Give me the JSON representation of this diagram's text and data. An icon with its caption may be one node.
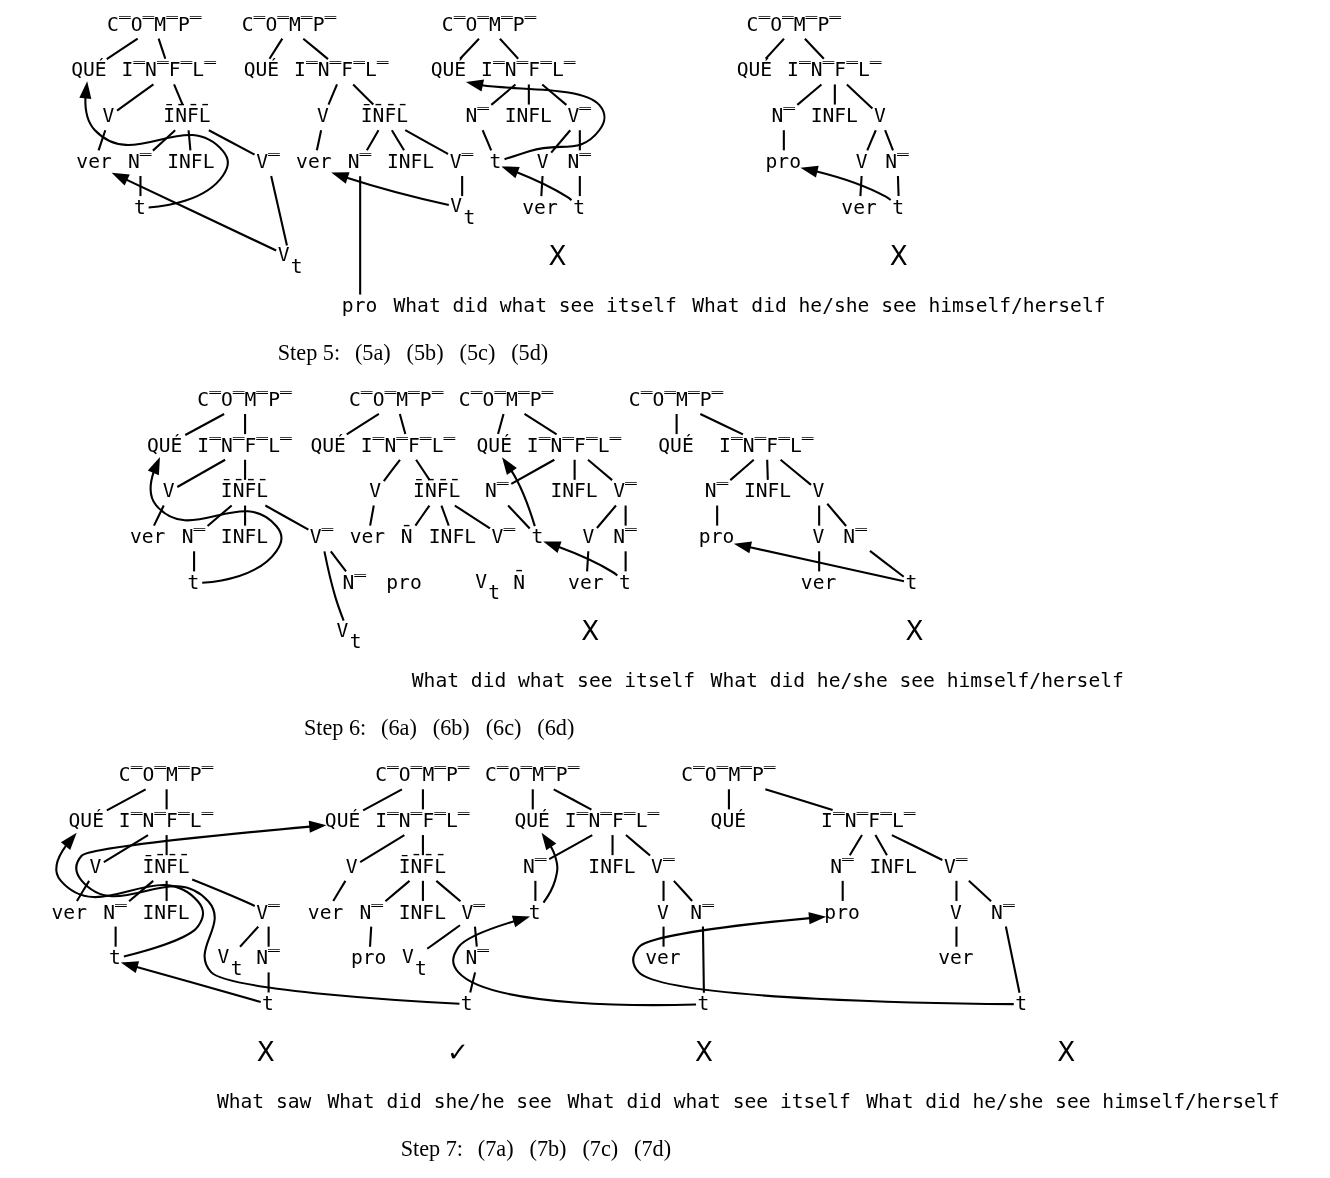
{
  "diagram": {
    "nodes": [
      {
        "text": [
          "C̿O̿M̿P̿"
        ]
      },
      {
        "text": [
          "QUÉ"
        ]
      },
      {
        "text": [
          "I̿N̿F̿L̿"
        ]
      },
      {
        "text": [
          "V"
        ]
      },
      {
        "text": [
          "ĪN̄F̄L̄"
        ]
      },
      {
        "text": [
          "ver"
        ]
      },
      {
        "text": [
          "N̿"
        ]
      },
      {
        "text": [
          "INFL"
        ]
      },
      {
        "text": [
          "V̿"
        ]
      },
      {
        "text": [
          "t"
        ]
      },
      {
        "text": [
          "V$_{t}$"
        ]
      },
      {
        "text": [
          "C̿O̿M̿P̿"
        ]
      },
      {
        "text": [
          "QUÉ"
        ]
      },
      {
        "text": [
          "I̿N̿F̿L̿"
        ]
      },
      {
        "text": [
          "V"
        ]
      },
      {
        "text": [
          "ĪN̄F̄L̄"
        ]
      },
      {
        "text": [
          "ver"
        ]
      },
      {
        "text": [
          "N̿"
        ]
      },
      {
        "text": [
          "INFL"
        ]
      },
      {
        "text": [
          "V̿"
        ]
      },
      {
        "text": [
          "pro"
        ]
      },
      {
        "text": [
          "V$_{t}$"
        ]
      },
      {
        "text": [
          "C̿O̿M̿P̿"
        ]
      },
      {
        "text": [
          "QUÉ"
        ]
      },
      {
        "text": [
          "I̿N̿F̿L̿"
        ]
      },
      {
        "text": [
          "N̿"
        ]
      },
      {
        "text": [
          "INFL"
        ]
      },
      {
        "text": [
          "V̿"
        ]
      },
      {
        "text": [
          "t"
        ]
      },
      {
        "text": [
          "V"
        ]
      },
      {
        "text": [
          "N̿"
        ]
      },
      {
        "text": [
          "ver"
        ]
      },
      {
        "text": [
          "t"
        ]
      },
      {
        "text": [
          "C̿O̿M̿P̿"
        ]
      },
      {
        "text": [
          "QUÉ"
        ]
      },
      {
        "text": [
          "I̿N̿F̿L̿"
        ]
      },
      {
        "text": [
          "N̿"
        ]
      },
      {
        "text": [
          "INFL"
        ]
      },
      {
        "text": [
          "V"
        ]
      },
      {
        "text": [
          "pro"
        ]
      },
      {
        "text": [
          "V"
        ]
      },
      {
        "text": [
          "N̿"
        ]
      },
      {
        "text": [
          "ver"
        ]
      },
      {
        "text": [
          "t"
        ]
      },
      {
        "text": [
          "C̿O̿M̿P̿"
        ]
      },
      {
        "text": [
          "QUÉ"
        ]
      },
      {
        "text": [
          "I̿N̿F̿L̿"
        ]
      },
      {
        "text": [
          "V"
        ]
      },
      {
        "text": [
          "ĪN̄F̄L̄"
        ]
      },
      {
        "text": [
          "ver"
        ]
      },
      {
        "text": [
          "N̿"
        ]
      },
      {
        "text": [
          "INFL"
        ]
      },
      {
        "text": [
          "V̿"
        ]
      },
      {
        "text": [
          "t"
        ]
      },
      {
        "text": [
          "V$_{t}$"
        ]
      },
      {
        "text": [
          "N̿"
        ]
      },
      {
        "text": [
          "C̿O̿M̿P̿"
        ]
      },
      {
        "text": [
          "QUÉ"
        ]
      },
      {
        "text": [
          "I̿N̿F̿L̿"
        ]
      },
      {
        "text": [
          "V"
        ]
      },
      {
        "text": [
          "ĪN̄F̄L̄"
        ]
      },
      {
        "text": [
          "ver"
        ]
      },
      {
        "text": [
          "N̄"
        ]
      },
      {
        "text": [
          "INFL"
        ]
      },
      {
        "text": [
          "V̿"
        ]
      },
      {
        "text": [
          "C̿O̿M̿P̿"
        ]
      },
      {
        "text": [
          "QUÉ"
        ]
      },
      {
        "text": [
          "I̿N̿F̿L̿"
        ]
      },
      {
        "text": [
          "N̿"
        ]
      },
      {
        "text": [
          "INFL"
        ]
      },
      {
        "text": [
          "V̿"
        ]
      },
      {
        "text": [
          "t"
        ]
      },
      {
        "text": [
          "V"
        ]
      },
      {
        "text": [
          "N̿"
        ]
      },
      {
        "text": [
          "ver"
        ]
      },
      {
        "text": [
          "t"
        ]
      },
      {
        "text": [
          "C̿O̿M̿P̿"
        ]
      },
      {
        "text": [
          "QUÉ"
        ]
      },
      {
        "text": [
          "I̿N̿F̿L̿"
        ]
      },
      {
        "text": [
          "N̿"
        ]
      },
      {
        "text": [
          "INFL"
        ]
      },
      {
        "text": [
          "V"
        ]
      },
      {
        "text": [
          "pro"
        ]
      },
      {
        "text": [
          "V"
        ]
      },
      {
        "text": [
          "N̿"
        ]
      },
      {
        "text": [
          "ver"
        ]
      },
      {
        "text": [
          "t"
        ]
      },
      {
        "text": [
          "C̿O̿M̿P̿"
        ]
      },
      {
        "text": [
          "QUÉ"
        ]
      },
      {
        "text": [
          "I̿N̿F̿L̿"
        ]
      },
      {
        "text": [
          "V"
        ]
      },
      {
        "text": [
          "ĪN̄F̄L̄"
        ]
      },
      {
        "text": [
          "ver"
        ]
      },
      {
        "text": [
          "N̿"
        ]
      },
      {
        "text": [
          "INFL"
        ]
      },
      {
        "text": [
          "V̿"
        ]
      },
      {
        "text": [
          "t"
        ]
      },
      {
        "text": [
          "V$_{t}$"
        ]
      },
      {
        "text": [
          "N̿"
        ]
      },
      {
        "text": [
          "t"
        ]
      },
      {
        "text": [
          "C̿O̿M̿P̿"
        ]
      },
      {
        "text": [
          "QUÉ"
        ]
      },
      {
        "text": [
          "I̿N̿F̿L̿"
        ]
      },
      {
        "text": [
          "V"
        ]
      },
      {
        "text": [
          "ĪN̄F̄L̄"
        ]
      },
      {
        "text": [
          "ver"
        ]
      },
      {
        "text": [
          "N̿"
        ]
      },
      {
        "text": [
          "INFL"
        ]
      },
      {
        "text": [
          "V̿"
        ]
      },
      {
        "text": [
          "pro"
        ]
      },
      {
        "text": [
          "V$_{t}$"
        ]
      },
      {
        "text": [
          "N̿"
        ]
      },
      {
        "text": [
          "t"
        ]
      },
      {
        "text": [
          "C̿O̿M̿P̿"
        ]
      },
      {
        "text": [
          "QUÉ"
        ]
      },
      {
        "text": [
          "I̿N̿F̿L̿"
        ]
      },
      {
        "text": [
          "N̿"
        ]
      },
      {
        "text": [
          "INFL"
        ]
      },
      {
        "text": [
          "V̿"
        ]
      },
      {
        "text": [
          "t"
        ]
      },
      {
        "text": [
          "V"
        ]
      },
      {
        "text": [
          "N̿"
        ]
      },
      {
        "text": [
          "ver"
        ]
      },
      {
        "text": [
          "t"
        ]
      },
      {
        "text": [
          "C̿O̿M̿P̿"
        ]
      },
      {
        "text": [
          "QUÉ"
        ]
      },
      {
        "text": [
          "I̿N̿F̿L̿"
        ]
      },
      {
        "text": [
          "N̿"
        ]
      },
      {
        "text": [
          "INFL"
        ]
      },
      {
        "text": [
          "V̿"
        ]
      },
      {
        "text": [
          "pro"
        ]
      },
      {
        "text": [
          "V"
        ]
      },
      {
        "text": [
          "N̿"
        ]
      },
      {
        "text": [
          "ver"
        ]
      },
      {
        "text": [
          "t"
        ]
      }
    ],
    "edges": [
      {
        "from": 0,
        "to": 1,
        "arrow": "none"
      },
      {
        "from": 0,
        "to": 2,
        "arrow": "none"
      },
      {
        "from": 2,
        "to": 3,
        "arrow": "none"
      },
      {
        "from": 2,
        "to": 4,
        "arrow": "none"
      },
      {
        "from": 3,
        "to": 5,
        "arrow": "none"
      },
      {
        "from": 4,
        "to": 6,
        "arrow": "none"
      },
      {
        "from": 4,
        "to": 7,
        "arrow": "none"
      },
      {
        "from": 4,
        "to": 8,
        "arrow": "none"
      },
      {
        "from": 6,
        "to": 9,
        "arrow": "none"
      },
      {
        "from": 8,
        "to": 10,
        "arrow": "none"
      },
      {
        "from": 9,
        "to": 1,
        "arrow": "to"
      },
      {
        "from": 10,
        "to": 5,
        "arrow": "to"
      },
      {
        "from": 11,
        "to": 12,
        "arrow": "none"
      },
      {
        "from": 11,
        "to": 13,
        "arrow": "none"
      },
      {
        "from": 13,
        "to": 14,
        "arrow": "none"
      },
      {
        "from": 13,
        "to": 15,
        "arrow": "none"
      },
      {
        "from": 14,
        "to": 16,
        "arrow": "none"
      },
      {
        "from": 15,
        "to": 17,
        "arrow": "none"
      },
      {
        "from": 15,
        "to": 18,
        "arrow": "none"
      },
      {
        "from": 15,
        "to": 19,
        "arrow": "none"
      },
      {
        "from": 17,
        "to": 20,
        "arrow": "none"
      },
      {
        "from": 19,
        "to": 21,
        "arrow": "none"
      },
      {
        "from": 21,
        "to": 16,
        "arrow": "to"
      },
      {
        "from": 22,
        "to": 23,
        "arrow": "none"
      },
      {
        "from": 22,
        "to": 24,
        "arrow": "none"
      },
      {
        "from": 24,
        "to": 25,
        "arrow": "none"
      },
      {
        "from": 24,
        "to": 26,
        "arrow": "none"
      },
      {
        "from": 24,
        "to": 27,
        "arrow": "none"
      },
      {
        "from": 25,
        "to": 28,
        "arrow": "none"
      },
      {
        "from": 27,
        "to": 29,
        "arrow": "none"
      },
      {
        "from": 27,
        "to": 30,
        "arrow": "none"
      },
      {
        "from": 29,
        "to": 31,
        "arrow": "none"
      },
      {
        "from": 30,
        "to": 32,
        "arrow": "none"
      },
      {
        "from": 28,
        "to": 23,
        "arrow": "to"
      },
      {
        "from": 32,
        "to": 28,
        "arrow": "to"
      },
      {
        "from": 33,
        "to": 34,
        "arrow": "none"
      },
      {
        "from": 33,
        "to": 35,
        "arrow": "none"
      },
      {
        "from": 35,
        "to": 36,
        "arrow": "none"
      },
      {
        "from": 35,
        "to": 37,
        "arrow": "none"
      },
      {
        "from": 35,
        "to": 38,
        "arrow": "none"
      },
      {
        "from": 36,
        "to": 39,
        "arrow": "none"
      },
      {
        "from": 38,
        "to": 40,
        "arrow": "none"
      },
      {
        "from": 38,
        "to": 41,
        "arrow": "none"
      },
      {
        "from": 40,
        "to": 42,
        "arrow": "none"
      },
      {
        "from": 41,
        "to": 43,
        "arrow": "none"
      },
      {
        "from": 43,
        "to": 39,
        "arrow": "to"
      },
      {
        "from": 44,
        "to": 45,
        "arrow": "none"
      },
      {
        "from": 44,
        "to": 46,
        "arrow": "none"
      },
      {
        "from": 46,
        "to": 47,
        "arrow": "none"
      },
      {
        "from": 46,
        "to": 48,
        "arrow": "none"
      },
      {
        "from": 47,
        "to": 49,
        "arrow": "none"
      },
      {
        "from": 48,
        "to": 50,
        "arrow": "none"
      },
      {
        "from": 48,
        "to": 51,
        "arrow": "none"
      },
      {
        "from": 48,
        "to": 52,
        "arrow": "none"
      },
      {
        "from": 50,
        "to": 53,
        "arrow": "none"
      },
      {
        "from": 52,
        "to": 54,
        "arrow": "none"
      },
      {
        "from": 52,
        "to": 55,
        "arrow": "none"
      },
      {
        "from": 53,
        "to": 45,
        "arrow": "to"
      },
      {
        "from": 56,
        "to": 57,
        "arrow": "none"
      },
      {
        "from": 56,
        "to": 58,
        "arrow": "none"
      },
      {
        "from": 58,
        "to": 59,
        "arrow": "none"
      },
      {
        "from": 58,
        "to": 60,
        "arrow": "none"
      },
      {
        "from": 59,
        "to": 61,
        "arrow": "none"
      },
      {
        "from": 60,
        "to": 62,
        "arrow": "none"
      },
      {
        "from": 60,
        "to": 63,
        "arrow": "none"
      },
      {
        "from": 60,
        "to": 64,
        "arrow": "none"
      },
      {
        "from": 65,
        "to": 66,
        "arrow": "none"
      },
      {
        "from": 65,
        "to": 67,
        "arrow": "none"
      },
      {
        "from": 67,
        "to": 68,
        "arrow": "none"
      },
      {
        "from": 67,
        "to": 69,
        "arrow": "none"
      },
      {
        "from": 67,
        "to": 70,
        "arrow": "none"
      },
      {
        "from": 68,
        "to": 71,
        "arrow": "none"
      },
      {
        "from": 70,
        "to": 72,
        "arrow": "none"
      },
      {
        "from": 70,
        "to": 73,
        "arrow": "none"
      },
      {
        "from": 72,
        "to": 74,
        "arrow": "none"
      },
      {
        "from": 73,
        "to": 75,
        "arrow": "none"
      },
      {
        "from": 71,
        "to": 66,
        "arrow": "to"
      },
      {
        "from": 75,
        "to": 71,
        "arrow": "to"
      },
      {
        "from": 76,
        "to": 77,
        "arrow": "none"
      },
      {
        "from": 76,
        "to": 78,
        "arrow": "none"
      },
      {
        "from": 78,
        "to": 79,
        "arrow": "none"
      },
      {
        "from": 78,
        "to": 80,
        "arrow": "none"
      },
      {
        "from": 78,
        "to": 81,
        "arrow": "none"
      },
      {
        "from": 79,
        "to": 82,
        "arrow": "none"
      },
      {
        "from": 81,
        "to": 83,
        "arrow": "none"
      },
      {
        "from": 81,
        "to": 84,
        "arrow": "none"
      },
      {
        "from": 83,
        "to": 85,
        "arrow": "none"
      },
      {
        "from": 84,
        "to": 86,
        "arrow": "none"
      },
      {
        "from": 86,
        "to": 82,
        "arrow": "to"
      },
      {
        "from": 87,
        "to": 88,
        "arrow": "none"
      },
      {
        "from": 87,
        "to": 89,
        "arrow": "none"
      },
      {
        "from": 89,
        "to": 90,
        "arrow": "none"
      },
      {
        "from": 89,
        "to": 91,
        "arrow": "none"
      },
      {
        "from": 90,
        "to": 92,
        "arrow": "none"
      },
      {
        "from": 91,
        "to": 93,
        "arrow": "none"
      },
      {
        "from": 91,
        "to": 94,
        "arrow": "none"
      },
      {
        "from": 91,
        "to": 95,
        "arrow": "none"
      },
      {
        "from": 93,
        "to": 96,
        "arrow": "none"
      },
      {
        "from": 95,
        "to": 97,
        "arrow": "none"
      },
      {
        "from": 95,
        "to": 98,
        "arrow": "none"
      },
      {
        "from": 98,
        "to": 99,
        "arrow": "none"
      },
      {
        "from": 96,
        "to": 88,
        "arrow": "to"
      },
      {
        "from": 99,
        "to": 96,
        "arrow": "to"
      },
      {
        "from": 100,
        "to": 101,
        "arrow": "none"
      },
      {
        "from": 100,
        "to": 102,
        "arrow": "none"
      },
      {
        "from": 102,
        "to": 103,
        "arrow": "none"
      },
      {
        "from": 102,
        "to": 104,
        "arrow": "none"
      },
      {
        "from": 103,
        "to": 105,
        "arrow": "none"
      },
      {
        "from": 104,
        "to": 106,
        "arrow": "none"
      },
      {
        "from": 104,
        "to": 107,
        "arrow": "none"
      },
      {
        "from": 104,
        "to": 108,
        "arrow": "none"
      },
      {
        "from": 106,
        "to": 109,
        "arrow": "none"
      },
      {
        "from": 108,
        "to": 110,
        "arrow": "none"
      },
      {
        "from": 108,
        "to": 111,
        "arrow": "none"
      },
      {
        "from": 111,
        "to": 112,
        "arrow": "none"
      },
      {
        "from": 112,
        "to": 101,
        "arrow": "to"
      },
      {
        "from": 113,
        "to": 114,
        "arrow": "none"
      },
      {
        "from": 113,
        "to": 115,
        "arrow": "none"
      },
      {
        "from": 115,
        "to": 116,
        "arrow": "none"
      },
      {
        "from": 115,
        "to": 117,
        "arrow": "none"
      },
      {
        "from": 115,
        "to": 118,
        "arrow": "none"
      },
      {
        "from": 116,
        "to": 119,
        "arrow": "none"
      },
      {
        "from": 118,
        "to": 120,
        "arrow": "none"
      },
      {
        "from": 118,
        "to": 121,
        "arrow": "none"
      },
      {
        "from": 120,
        "to": 122,
        "arrow": "none"
      },
      {
        "from": 121,
        "to": 123,
        "arrow": "none"
      },
      {
        "from": 119,
        "to": 114,
        "arrow": "to"
      },
      {
        "from": 123,
        "to": 119,
        "arrow": "to"
      },
      {
        "from": 124,
        "to": 125,
        "arrow": "none"
      },
      {
        "from": 124,
        "to": 126,
        "arrow": "none"
      },
      {
        "from": 126,
        "to": 127,
        "arrow": "none"
      },
      {
        "from": 126,
        "to": 128,
        "arrow": "none"
      },
      {
        "from": 126,
        "to": 129,
        "arrow": "none"
      },
      {
        "from": 127,
        "to": 130,
        "arrow": "none"
      },
      {
        "from": 129,
        "to": 131,
        "arrow": "none"
      },
      {
        "from": 129,
        "to": 132,
        "arrow": "none"
      },
      {
        "from": 131,
        "to": 133,
        "arrow": "none"
      },
      {
        "from": 132,
        "to": 134,
        "arrow": "none"
      },
      {
        "from": 134,
        "to": 130,
        "arrow": "to"
      }
    ],
    "labels": [
      "X",
      "What did what see itself",
      "X",
      "What did he/she see himself/herself",
      "Step 5:",
      "(5a)",
      "(5b)",
      "(5c)",
      "(5d)",
      "pro",
      "V$_{t}$",
      "N̄",
      "X",
      "What did what see itself",
      "X",
      "What did he/she see himself/herself",
      "Step 6:",
      "(6a)",
      "(6b)",
      "(6c)",
      "(6d)",
      "X",
      "What saw",
      "✓",
      "What did she/he see",
      "X",
      "What did what see itself",
      "X",
      "What did he/she see himself/herself",
      "Step 7:",
      "(7a)",
      "(7b)",
      "(7c)",
      "(7d)"
    ]
  }
}
